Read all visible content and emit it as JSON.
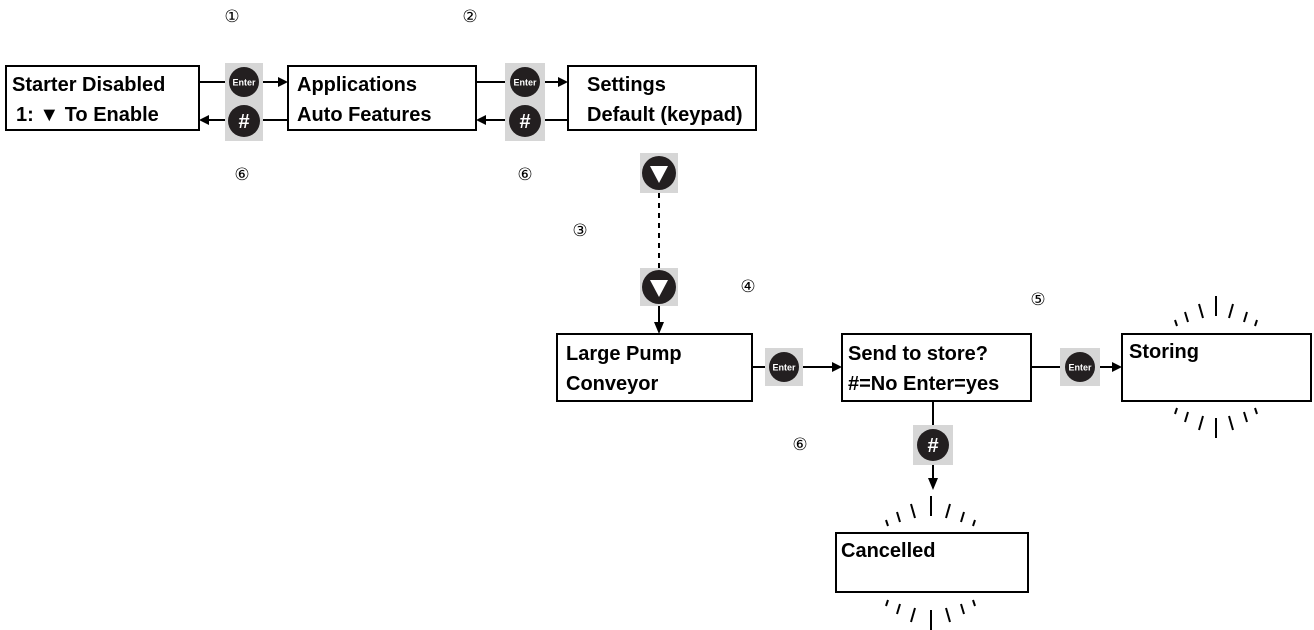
{
  "screens": {
    "starter_disabled": {
      "line1": "Starter Disabled",
      "line2": "1: ▼ To Enable"
    },
    "applications": {
      "line1": "Applications",
      "line2": "Auto Features"
    },
    "settings": {
      "line1": "Settings",
      "line2": "Default (keypad)"
    },
    "large_pump": {
      "line1": "Large Pump",
      "line2": "Conveyor"
    },
    "send_to_store": {
      "line1": "Send to store?",
      "line2": "#=No Enter=yes"
    },
    "storing": {
      "line1": "Storing"
    },
    "cancelled": {
      "line1": "Cancelled"
    }
  },
  "keys": {
    "enter_label": "Enter",
    "hash_label": "#"
  },
  "steps": {
    "s1": "①",
    "s2": "②",
    "s3": "③",
    "s4": "④",
    "s5": "⑤",
    "s6a": "⑥",
    "s6b": "⑥",
    "s6c": "⑥"
  },
  "colors": {
    "key_fill": "#231f20",
    "key_background": "#d6d6d6",
    "line": "#000000"
  }
}
